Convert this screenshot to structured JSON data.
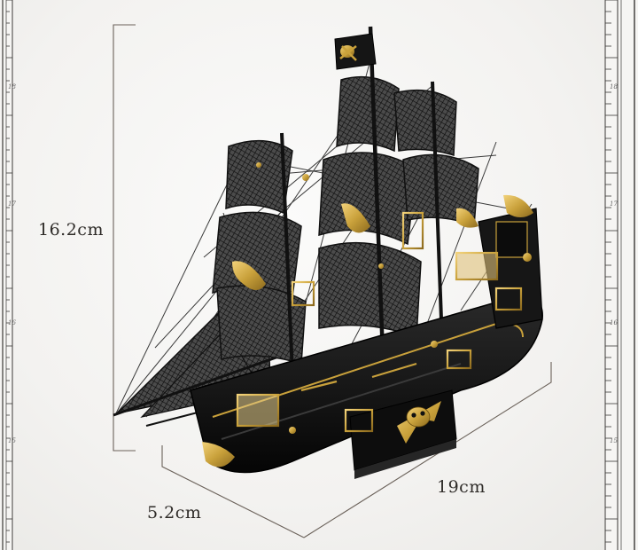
{
  "dimensions": {
    "height": "16.2cm",
    "depth": "5.2cm",
    "length": "19cm"
  },
  "ruler_ticks": [
    "18",
    "17",
    "16",
    "15"
  ],
  "colors": {
    "hull": "#141414",
    "gold": "#c9a13b",
    "background": "#f3f2f0",
    "dimension_line": "#6b625a"
  },
  "icons": {
    "flag": "jolly-roger-flag-icon",
    "emblem": "skull-crossbones-emblem-icon"
  }
}
